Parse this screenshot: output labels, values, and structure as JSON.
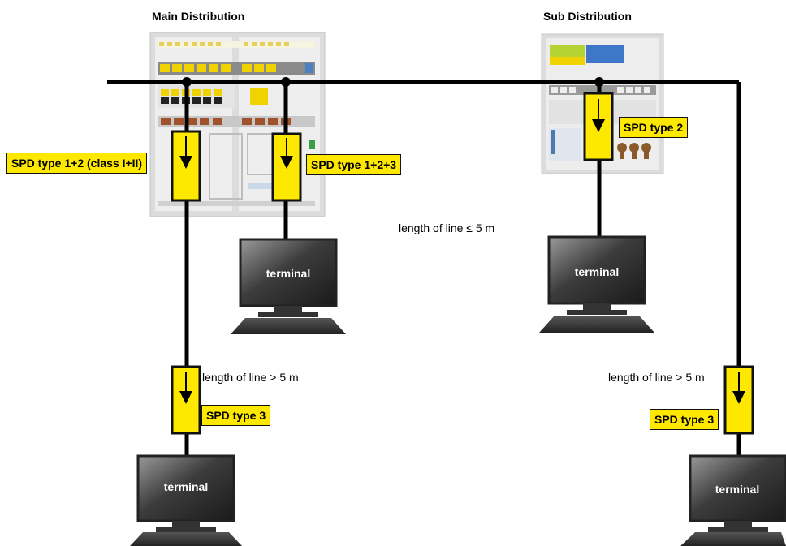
{
  "main_distribution": {
    "title": "Main Distribution"
  },
  "sub_distribution": {
    "title": "Sub Distribution"
  },
  "spd_labels": {
    "type_1_2": "SPD type 1+2 (class I+II)",
    "type_1_2_3": "SPD type 1+2+3",
    "type_2": "SPD type 2",
    "type_3_left": "SPD type 3",
    "type_3_right": "SPD type 3"
  },
  "notes": {
    "line_short": "length of line ≤ 5 m",
    "line_long_left": "length of line > 5 m",
    "line_long_right": "length of line > 5 m"
  },
  "terminals": {
    "t1": "terminal",
    "t2": "terminal",
    "t3": "terminal",
    "t4": "terminal"
  },
  "colors": {
    "spd_yellow": "#ffe800",
    "cable": "#000000",
    "cabinet_grey": "#d9d9d9",
    "terminal_dark": "#333333"
  }
}
